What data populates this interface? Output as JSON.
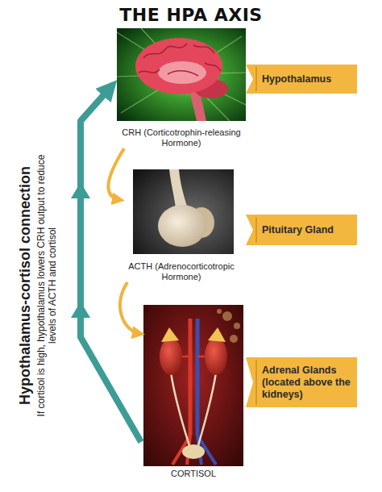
{
  "diagram": {
    "title": "THE HPA AXIS",
    "nodes": [
      {
        "text": [
          "CRH (Corticotrophin-releasing Hormone)"
        ]
      },
      {
        "text": [
          "ACTH (Adrenocorticotropic Hormone)"
        ]
      },
      {
        "text": [
          "CORTISOL"
        ]
      },
      {
        "text": [
          "Hypothalamus"
        ]
      },
      {
        "text": [
          "Pituitary Gland"
        ]
      },
      {
        "text": [
          "Adrenal Glands (located above the kidneys)"
        ]
      }
    ],
    "edges": [
      {
        "from": 0,
        "to": 1,
        "arrow": "to"
      },
      {
        "from": 1,
        "to": 2,
        "arrow": "to"
      },
      {
        "from": 2,
        "to": 0,
        "arrow": "to"
      }
    ],
    "labels": [
      "Hypothalamus-cortisol connection",
      "If cortisol is high, hypothalamus lowers CRH output to reduce levels of ACTH and cortisol"
    ]
  }
}
